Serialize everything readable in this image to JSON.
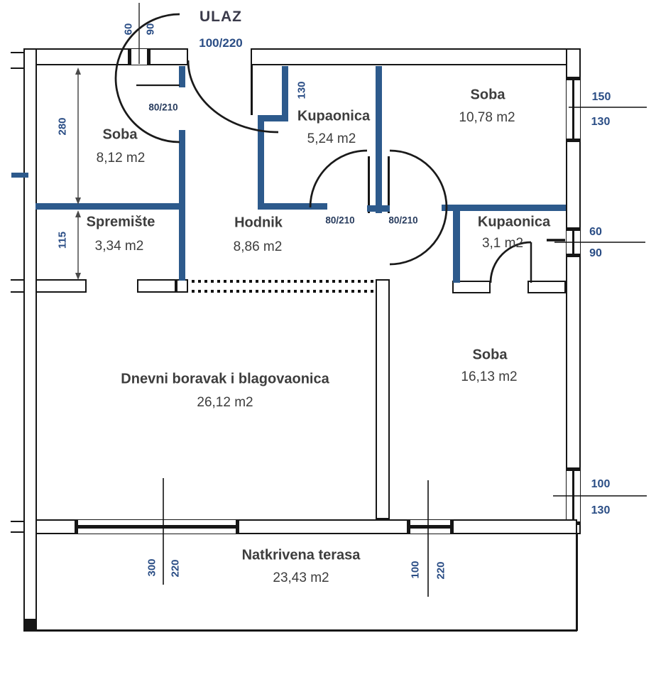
{
  "plan": {
    "entrance": {
      "label": "ULAZ",
      "size": "100/220"
    },
    "rooms": [
      {
        "name": "Soba",
        "area": "8,12 m2"
      },
      {
        "name": "Kupaonica",
        "area": "5,24 m2"
      },
      {
        "name": "Soba",
        "area": "10,78 m2"
      },
      {
        "name": "Spremište",
        "area": "3,34 m2"
      },
      {
        "name": "Hodnik",
        "area": "8,86 m2"
      },
      {
        "name": "Kupaonica",
        "area": "3,1 m2"
      },
      {
        "name": "Dnevni boravak i blagovaonica",
        "area": "26,12 m2"
      },
      {
        "name": "Soba",
        "area": "16,13 m2"
      },
      {
        "name": "Natkrivena terasa",
        "area": "23,43 m2"
      }
    ],
    "door_labels": [
      "80/210",
      "80/210",
      "80/210"
    ],
    "dims": {
      "top_window": {
        "a": "60",
        "b": "90"
      },
      "bath_wall": "130",
      "left": {
        "a": "280",
        "b": "115"
      },
      "right_windows": [
        {
          "a": "150",
          "b": "130"
        },
        {
          "a": "60",
          "b": "90"
        },
        {
          "a": "100",
          "b": "130"
        }
      ],
      "bottom_windows": [
        {
          "a": "300",
          "b": "220"
        },
        {
          "a": "100",
          "b": "220"
        }
      ]
    },
    "colors": {
      "wall_blue": "#2d5a8c",
      "wall_black": "#161616",
      "dim_text": "#2a4d85",
      "room_text": "#3d3d3d"
    }
  }
}
